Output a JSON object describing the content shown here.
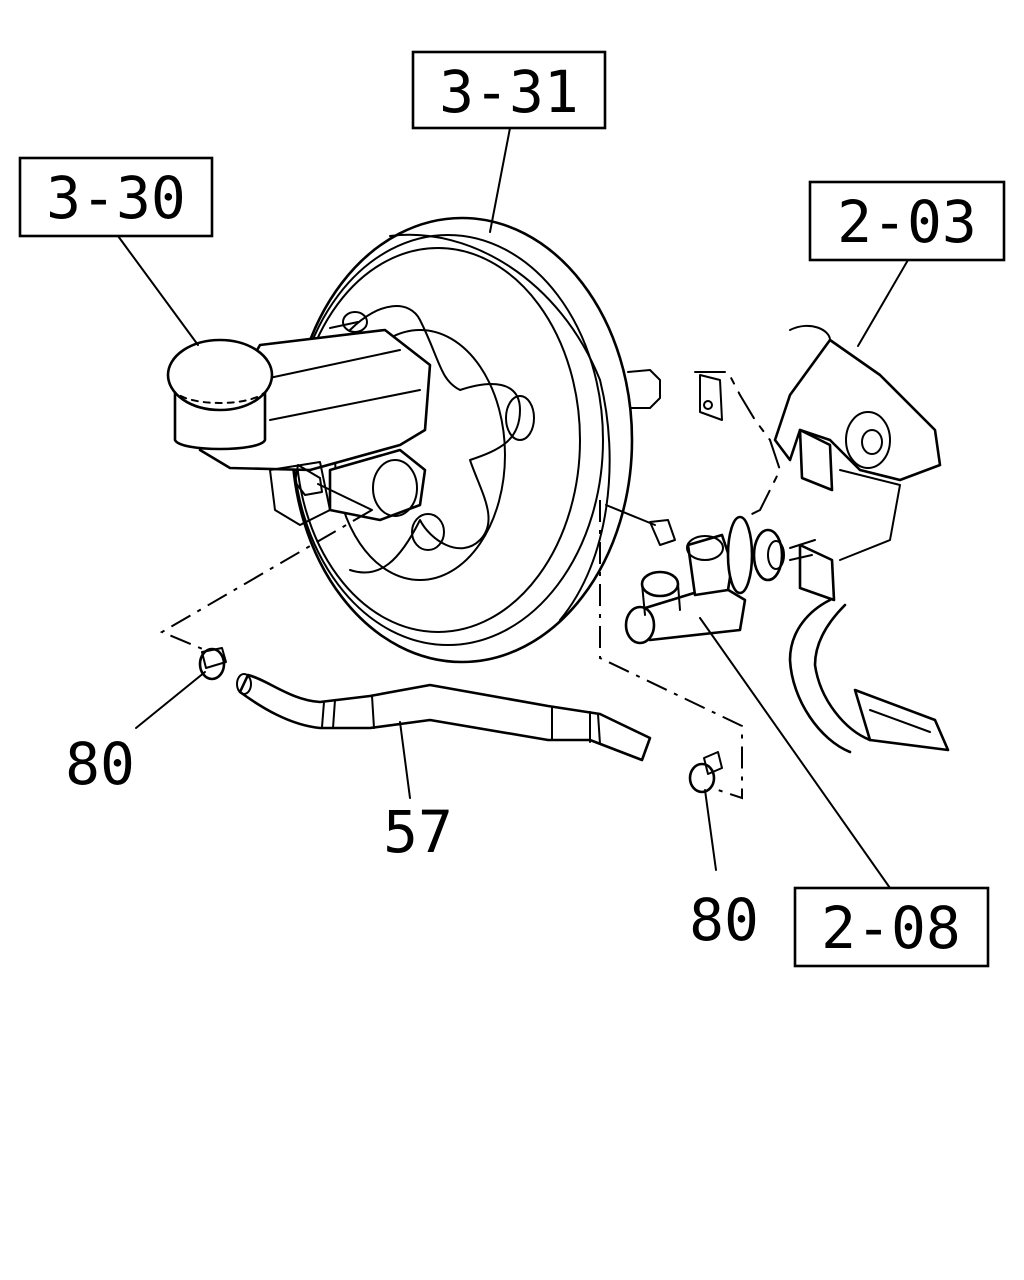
{
  "callouts": {
    "ref_3_31": "3-31",
    "ref_3_30": "3-30",
    "ref_2_03": "2-03",
    "ref_2_08": "2-08",
    "part_57": "57",
    "part_80_left": "80",
    "part_80_right": "80"
  },
  "colors": {
    "line": "#000000",
    "background": "#ffffff"
  }
}
